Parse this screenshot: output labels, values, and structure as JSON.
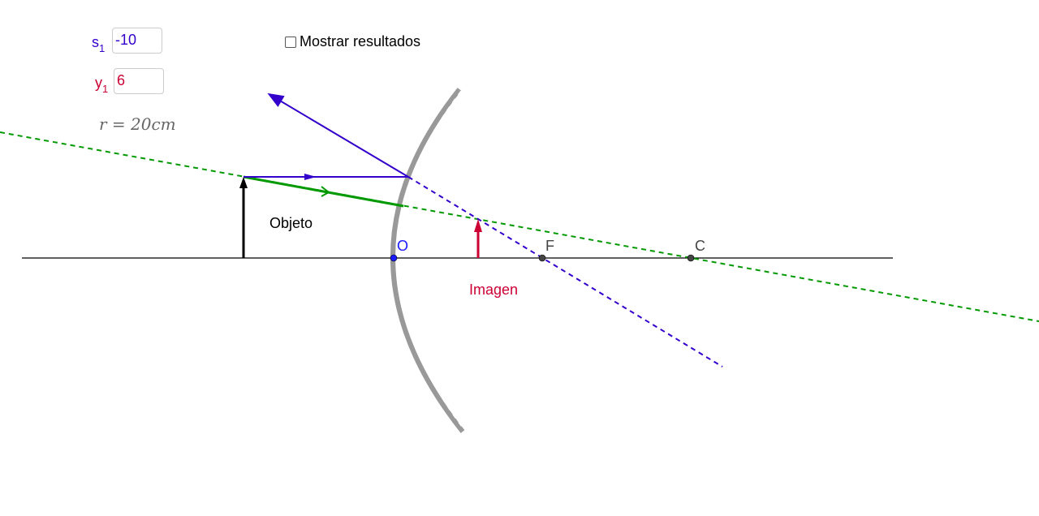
{
  "inputs": {
    "s1": {
      "label": "s",
      "subscript": "1",
      "value": "-10"
    },
    "y1": {
      "label": "y",
      "subscript": "1",
      "value": "6"
    }
  },
  "radius_text": "r = 20cm",
  "checkbox": {
    "label": "Mostrar resultados",
    "checked": false
  },
  "labels": {
    "object": "Objeto",
    "image": "Imagen",
    "vertex": "O",
    "focus": "F",
    "center": "C"
  },
  "colors": {
    "blue": "#3300cc",
    "green": "#009900",
    "red": "#cc0033",
    "mirror": "#999999"
  }
}
